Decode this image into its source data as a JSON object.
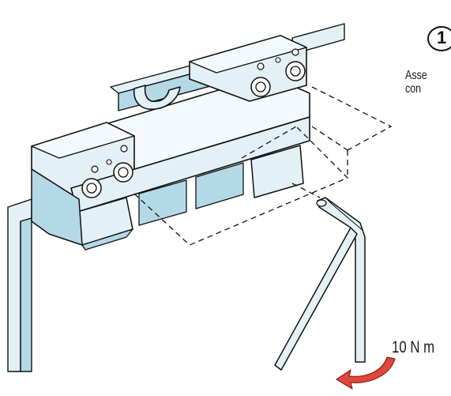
{
  "step": {
    "number": "1"
  },
  "instruction": {
    "line1": "Asse",
    "line2": "con"
  },
  "torque": {
    "label": "10 N m"
  },
  "colors": {
    "part_face": "#e3f1f7",
    "part_top": "#f3f9fc",
    "part_shade": "#b4d9e6",
    "outline": "#111111",
    "arrow": "#e0473a",
    "arrow_dark": "#8c1e14"
  },
  "icons": {
    "tool": "allen-key-icon",
    "rotation": "rotation-arrow-icon"
  }
}
